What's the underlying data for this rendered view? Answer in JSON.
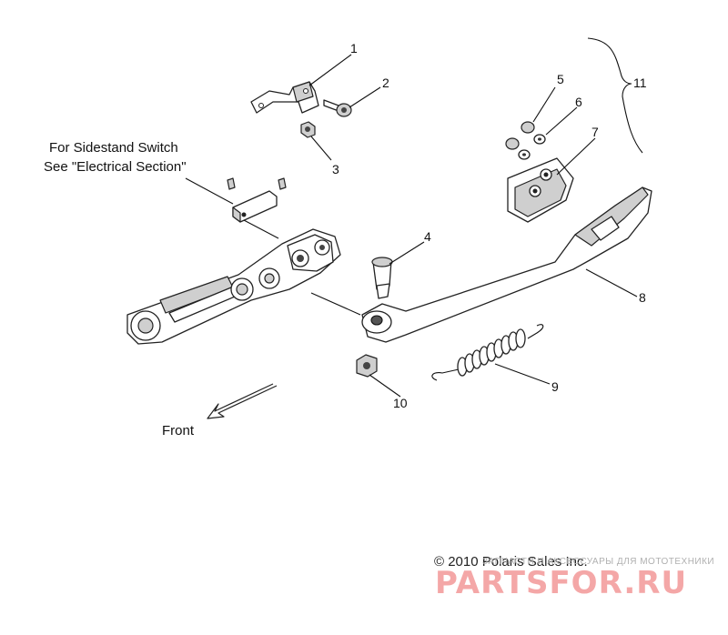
{
  "callouts": {
    "c1": "1",
    "c2": "2",
    "c3": "3",
    "c4": "4",
    "c5": "5",
    "c6": "6",
    "c7": "7",
    "c8": "8",
    "c9": "9",
    "c10": "10",
    "c11": "11"
  },
  "notes": {
    "sidestand_line1": "For Sidestand Switch",
    "sidestand_line2": "See \"Electrical Section\"",
    "front_label": "Front"
  },
  "copyright": "© 2010 Polaris Sales Inc.",
  "watermark": {
    "tagline": "ЗАПЧАСТИ И АКСЕССУАРЫ ДЛЯ МОТОТЕХНИКИ",
    "logo": "PARTSFOR.RU",
    "color": "#f4a7a7"
  },
  "colors": {
    "line": "#222222",
    "shade": "#cfcfcf"
  }
}
